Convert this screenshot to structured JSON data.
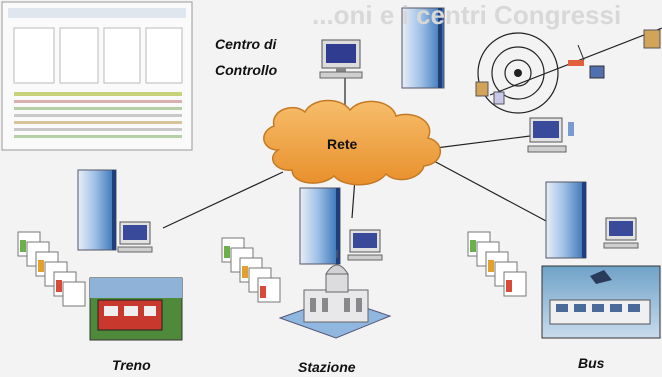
{
  "header": {
    "faded_title": "...oni e i centri Congressi"
  },
  "nodes": {
    "control_center": {
      "line1": "Centro di",
      "line2": "Controllo"
    },
    "network": {
      "label": "Rete"
    },
    "train": {
      "label": "Treno"
    },
    "station": {
      "label": "Stazione"
    },
    "bus": {
      "label": "Bus"
    }
  },
  "icons": [
    "monitor-screenshot-icon",
    "computer-icon",
    "server-tower-icon",
    "antenna-signal-icon",
    "cloud-icon",
    "document-stack-icon",
    "train-photo-icon",
    "station-building-icon",
    "bus-photo-icon"
  ],
  "colors": {
    "cloud": "#f2a64a",
    "cloud_edge": "#c47a24",
    "server": "#3f7dbf",
    "background": "#f3f3f3"
  }
}
